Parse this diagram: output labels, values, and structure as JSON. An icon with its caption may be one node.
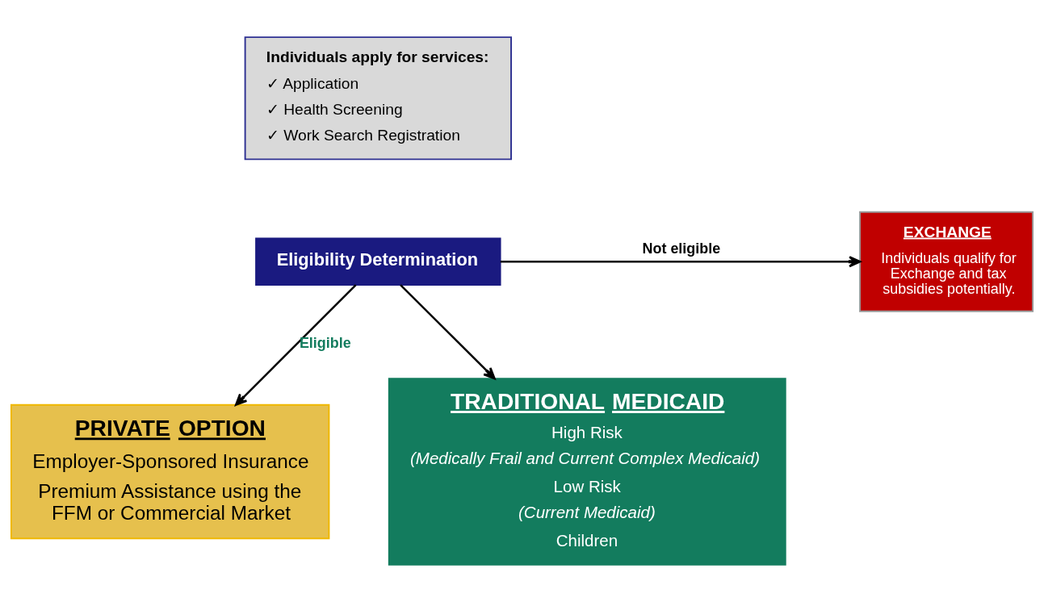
{
  "diagram": {
    "nodes": [
      {
        "text": [
          "Individuals apply for services:",
          "✓ Application",
          "✓ Health Screening",
          "✓ Work Search Registration"
        ]
      },
      {
        "text": [
          "Eligibility Determination"
        ]
      },
      {
        "text": [
          "EXCHANGE",
          "Individuals qualify for Exchange and tax subsidies potentially."
        ]
      },
      {
        "text": [
          "PRIVATE OPTION",
          "Employer-Sponsored Insurance",
          "Premium Assistance using the FFM or Commercial Market"
        ]
      },
      {
        "text": [
          "TRADITIONAL MEDICAID",
          "High Risk",
          "(Medically Frail and Current Complex Medicaid)",
          "Low Risk",
          "(Current Medicaid)",
          "Children"
        ]
      }
    ],
    "edges": [
      {
        "from": 1,
        "to": 2,
        "arrow": "to",
        "label": "Not eligible"
      },
      {
        "from": 1,
        "to": 3,
        "arrow": "to",
        "label": "Eligible"
      },
      {
        "from": 1,
        "to": 4,
        "arrow": "to"
      }
    ]
  }
}
